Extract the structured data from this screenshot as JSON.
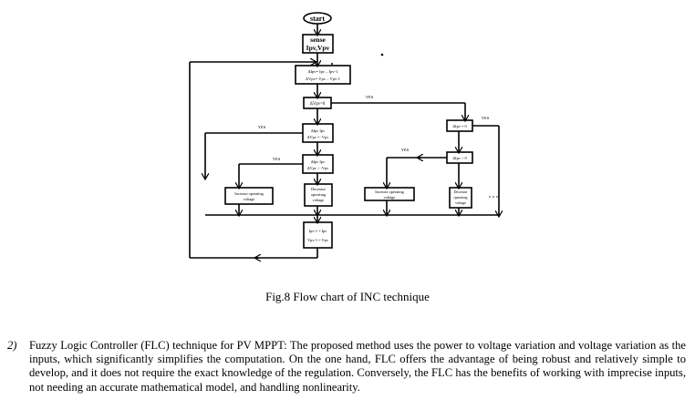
{
  "figure": {
    "nodes": {
      "start": "start",
      "sense_line1": "sense",
      "sense_line2": "Ipv,Vpv",
      "delta_line1": "ΔIpv= Ipv – Ipv-1",
      "delta_line2": "ΔVpv= Vpv – Vpv-1",
      "dv_zero": "ΔVpv=0",
      "cond1_line1": "ΔIpv    Ipv",
      "cond1_line2": "ΔVpv = -Vpv",
      "cond2_line1": "ΔIpv    Ipv",
      "cond2_line2": "ΔVpv > -Vpv",
      "di_zero": "ΔIpv = 0",
      "di_pos": "ΔIpv > 0",
      "inc_left": [
        "Increase operating",
        "voltage"
      ],
      "dec_mid": [
        "Decrease",
        "operating",
        "voltage"
      ],
      "inc_right": [
        "Increase operating",
        "voltage"
      ],
      "dec_right": [
        "Decrease",
        "operating",
        "voltage"
      ],
      "update_line1": "Ipv-1 = Ipv",
      "update_line2": "Vpv-1 = Vpv"
    },
    "yes_labels": [
      "YES",
      "YES",
      "YES",
      "YES",
      "YES"
    ],
    "caption": "Fig.8 Flow chart of INC technique"
  },
  "item": {
    "number": "2)",
    "text": "Fuzzy Logic Controller (FLC) technique for PV MPPT: The proposed method uses the power to voltage variation and voltage variation as the inputs, which significantly simplifies the computation. On the one hand, FLC offers the advantage of being robust and relatively simple to develop, and it does not require the exact knowledge of the regulation. Conversely, the FLC has the benefits of working with imprecise inputs, not needing an accurate mathematical model, and handling nonlinearity."
  }
}
